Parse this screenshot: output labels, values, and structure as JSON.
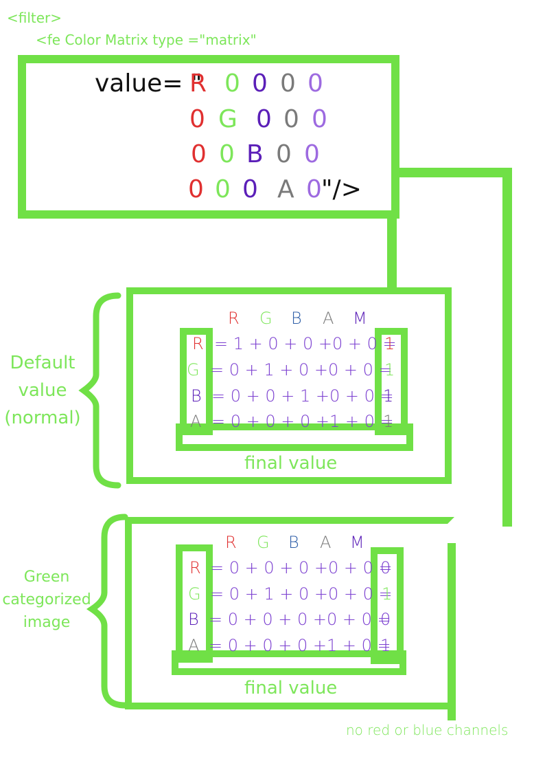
{
  "colors": {
    "green": "#70e046",
    "text_green": "#7de65a",
    "red": "#e03030",
    "purple": "#5b1fb8",
    "light_purple": "#9d6ae0",
    "grey": "#7a7a7a",
    "blue": "#2f5fa8",
    "black": "#111111"
  },
  "header": {
    "filter_tag": "<filter>",
    "fe_line": "<fe Color Matrix type =\"matrix\""
  },
  "matrix": {
    "prefix": "value= \"",
    "suffix": "\"/>",
    "rows": [
      [
        "R",
        "0",
        "0",
        "0",
        "0"
      ],
      [
        "0",
        "G",
        "0",
        "0",
        "0"
      ],
      [
        "0",
        "0",
        "B",
        "0",
        "0"
      ],
      [
        "0",
        "0",
        "0",
        "A",
        "0"
      ]
    ]
  },
  "default_panel": {
    "side_label": [
      "Default",
      "value",
      "(normal)"
    ],
    "columns": [
      "R",
      "G",
      "B",
      "A",
      "M"
    ],
    "rows": [
      {
        "channel": "R",
        "equation": "= 1 + 0 + 0 +0 + 0 =",
        "result": "1"
      },
      {
        "channel": "G",
        "equation": "=  0 + 1 + 0 +0 + 0 =",
        "result": "1"
      },
      {
        "channel": "B",
        "equation": "= 0 + 0 + 1 +0 + 0 =",
        "result": "1"
      },
      {
        "channel": "A",
        "equation": "= 0 + 0 + 0 +1 + 0 =",
        "result": "1"
      }
    ],
    "final_label": "final value"
  },
  "green_panel": {
    "side_label": [
      "Green",
      "categorized",
      "image"
    ],
    "columns": [
      "R",
      "G",
      "B",
      "A",
      "M"
    ],
    "rows": [
      {
        "channel": "R",
        "equation": "= 0 + 0 + 0 +0 + 0 =",
        "result": "0"
      },
      {
        "channel": "G",
        "equation": "= 0 + 1 + 0 +0 + 0 =",
        "result": "1"
      },
      {
        "channel": "B",
        "equation": "= 0 + 0 + 0 +0 + 0 =",
        "result": "0"
      },
      {
        "channel": "A",
        "equation": "= 0 + 0 + 0 +1 + 0 =",
        "result": "1"
      }
    ],
    "final_label": "final value",
    "note": "no red or blue channels"
  }
}
